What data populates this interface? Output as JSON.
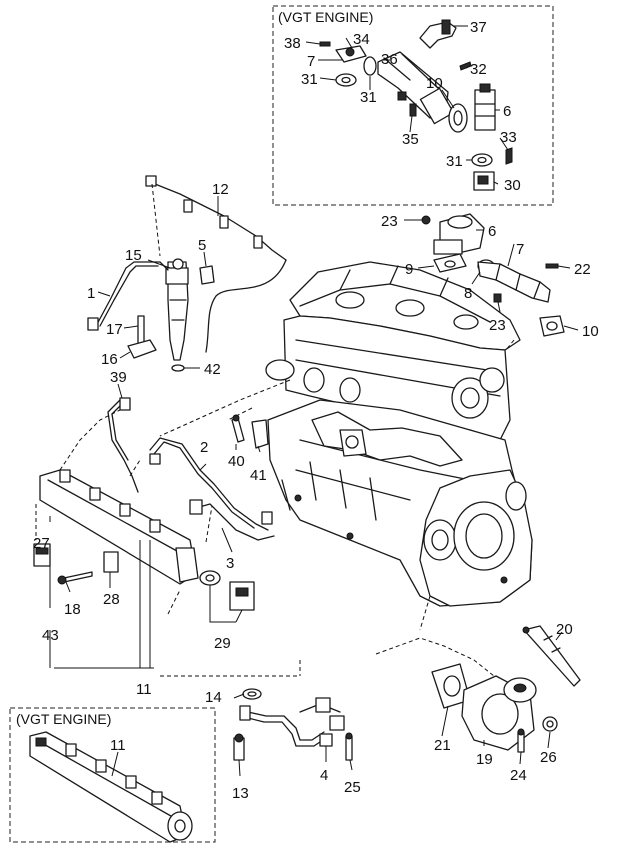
{
  "vgt_box_top": {
    "title": "(VGT ENGINE)"
  },
  "vgt_box_bottom": {
    "title": "(VGT ENGINE)"
  },
  "labels": {
    "p37": "37",
    "p38": "38",
    "p34": "34",
    "p7a": "7",
    "p36": "36",
    "p32": "32",
    "p31a": "31",
    "p31b": "31",
    "p10a": "10",
    "p6a": "6",
    "p35": "35",
    "p33": "33",
    "p31c": "31",
    "p30": "30",
    "p12": "12",
    "p15": "15",
    "p5": "5",
    "p1": "1",
    "p17": "17",
    "p16": "16",
    "p42": "42",
    "p23a": "23",
    "p6b": "6",
    "p7b": "7",
    "p9": "9",
    "p22": "22",
    "p8": "8",
    "p23b": "23",
    "p10b": "10",
    "p39": "39",
    "p2": "2",
    "p40": "40",
    "p41": "41",
    "p27": "27",
    "p3": "3",
    "p18": "18",
    "p28": "28",
    "p43": "43",
    "p29": "29",
    "p11a": "11",
    "p20": "20",
    "p14": "14",
    "p21": "21",
    "p19": "19",
    "p24": "24",
    "p26": "26",
    "p4": "4",
    "p25": "25",
    "p13": "13",
    "p11b": "11"
  }
}
